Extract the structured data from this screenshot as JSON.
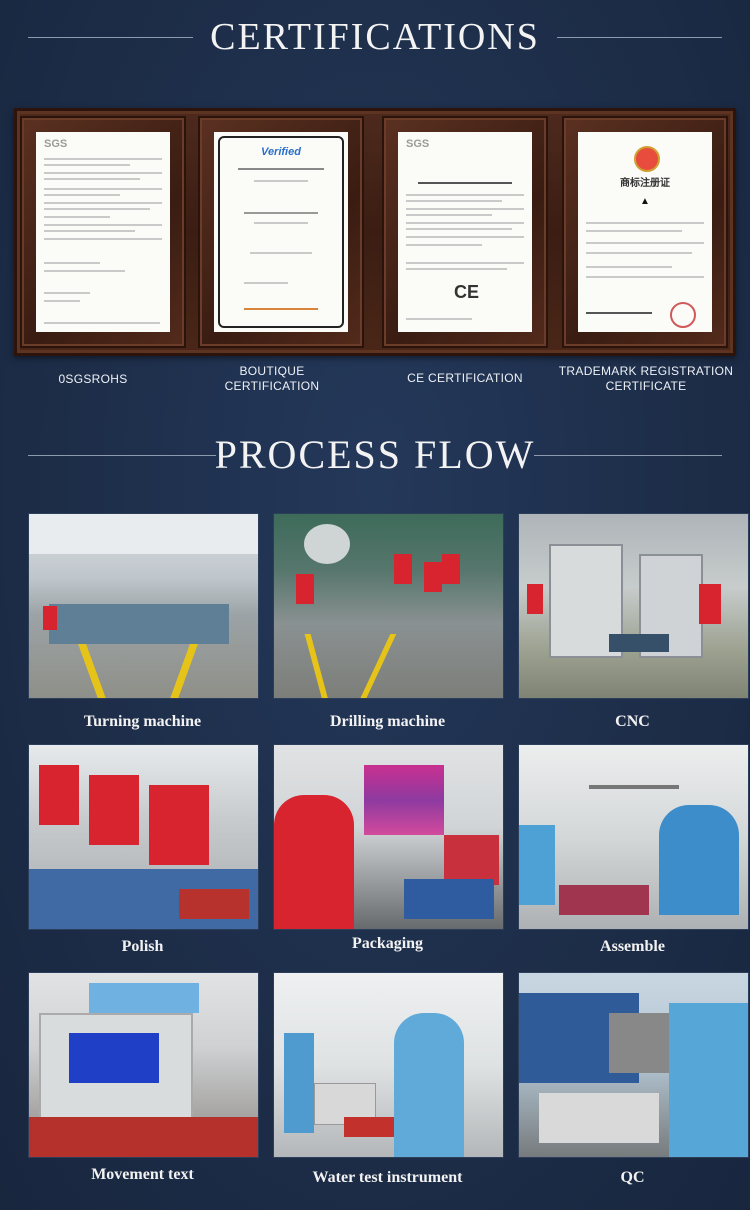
{
  "certifications": {
    "heading": "CERTIFICATIONS",
    "items": [
      {
        "label": "0SGSROHS",
        "doc_brand": "SGS"
      },
      {
        "label": "BOUTIQUE CERTIFICATION",
        "doc_brand": "Verified"
      },
      {
        "label": "CE CERTIFICATION",
        "doc_brand": "SGS"
      },
      {
        "label": "TRADEMARK REGISTRATION CERTIFICATE",
        "doc_brand": "商标注册证"
      }
    ]
  },
  "process_flow": {
    "heading": "PROCESS FLOW",
    "steps": [
      {
        "caption": "Turning machine"
      },
      {
        "caption": "Drilling machine"
      },
      {
        "caption": "CNC"
      },
      {
        "caption": "Polish"
      },
      {
        "caption": "Packaging"
      },
      {
        "caption": "Assemble"
      },
      {
        "caption": "Movement text"
      },
      {
        "caption": "Water test instrument"
      },
      {
        "caption": "QC"
      }
    ]
  },
  "colors": {
    "background": "#1e2f4b",
    "frame_wood": "#4e2a1d",
    "worker_shirt": "#d8242e"
  }
}
